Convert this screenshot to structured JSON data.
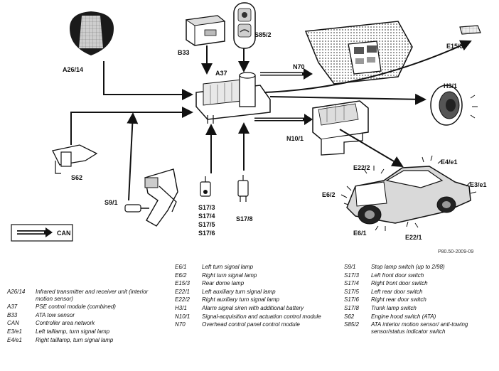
{
  "diagram": {
    "labels": {
      "a26_14": "A26/14",
      "b33": "B33",
      "s85_2": "S85/2",
      "a37": "A37",
      "n70": "N70",
      "e15_3": "E15/3",
      "h3_1": "H3/1",
      "n10_1": "N10/1",
      "s62": "S62",
      "e4_e1": "E4/e1",
      "e22_2": "E22/2",
      "e6_2": "E6/2",
      "e3_e1": "E3/e1",
      "s9_1": "S9/1",
      "s17_group": [
        "S17/3",
        "S17/4",
        "S17/5",
        "S17/6"
      ],
      "s17_8": "S17/8",
      "e6_1": "E6/1",
      "e22_1": "E22/1",
      "can": "CAN"
    },
    "figure_ref": "P80.50-2009-09"
  },
  "legend": {
    "column_a": [
      {
        "code": "A26/14",
        "desc": "Infrared transmitter and receiver unit (interior motion sensor)"
      },
      {
        "code": "A37",
        "desc": "PSE control module (combined)"
      },
      {
        "code": "B33",
        "desc": "ATA tow sensor"
      },
      {
        "code": "CAN",
        "desc": "Controller area network"
      },
      {
        "code": "E3/e1",
        "desc": "Left taillamp, turn signal lamp"
      },
      {
        "code": "E4/e1",
        "desc": "Right taillamp, turn signal lamp"
      }
    ],
    "column_b": [
      {
        "code": "E6/1",
        "desc": "Left turn signal lamp"
      },
      {
        "code": "E6/2",
        "desc": "Right turn signal lamp"
      },
      {
        "code": "E15/3",
        "desc": "Rear dome lamp"
      },
      {
        "code": "E22/1",
        "desc": "Left auxiliary turn signal lamp"
      },
      {
        "code": "E22/2",
        "desc": "Right auxiliary turn signal lamp"
      },
      {
        "code": "H3/1",
        "desc": "Alarm signal siren with additional battery"
      },
      {
        "code": "N10/1",
        "desc": "Signal-acquisition and actuation control module"
      },
      {
        "code": "N70",
        "desc": "Overhead control panel control module"
      }
    ],
    "column_c": [
      {
        "code": "S9/1",
        "desc": "Stop lamp switch (up to 2/98)"
      },
      {
        "code": "S17/3",
        "desc": "Left front door switch"
      },
      {
        "code": "S17/4",
        "desc": "Right front door switch"
      },
      {
        "code": "S17/5",
        "desc": "Left rear door switch"
      },
      {
        "code": "S17/6",
        "desc": "Right rear door switch"
      },
      {
        "code": "S17/8",
        "desc": "Trunk lamp switch"
      },
      {
        "code": "S62",
        "desc": "Engine hood switch (ATA)"
      },
      {
        "code": "S85/2",
        "desc": "ATA interior motion sensor/ anti-towing sensor/status indicator switch"
      }
    ]
  }
}
